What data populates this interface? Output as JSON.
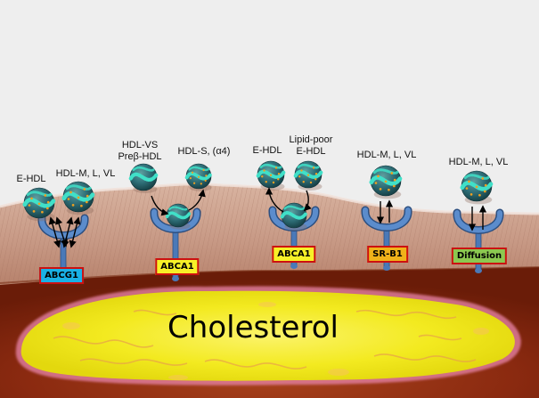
{
  "colors": {
    "background": "#eeeeee",
    "membrane": "#c89a86",
    "cell_interior": "#8b2a10",
    "cholesterol_pool": "#f3ea20",
    "receptor": "#4a79b8",
    "hdl_particle": "#2f6f78",
    "hdl_helix": "#40e0c8",
    "tag_border": "#cc1111",
    "tag_abcg1": "#19b1e6",
    "tag_yellow": "#f7f028",
    "tag_srb1": "#f0b21a",
    "tag_diffusion": "#8cc850"
  },
  "labels": {
    "ehdl_1": "E-HDL",
    "hdl_mlvl_1": "HDL-M, L, VL",
    "hdl_vs_line1": "HDL-VS",
    "hdl_vs_line2": "Preβ-HDL",
    "hdl_s_a4": "HDL-S, (α4)",
    "ehdl_2": "E-HDL",
    "lipid_poor_line1": "Lipid-poor",
    "lipid_poor_line2": "E-HDL",
    "hdl_mlvl_2": "HDL-M, L, VL",
    "hdl_mlvl_3": "HDL-M, L, VL"
  },
  "transporters": [
    {
      "name": "ABCG1",
      "color": "#19b1e6"
    },
    {
      "name": "ABCA1",
      "color": "#f7f028"
    },
    {
      "name": "ABCA1",
      "color": "#f7f028"
    },
    {
      "name": "SR-B1",
      "color": "#f0b21a"
    },
    {
      "name": "Diffusion",
      "color": "#8cc850"
    }
  ],
  "cholesterol_label": "Cholesterol"
}
